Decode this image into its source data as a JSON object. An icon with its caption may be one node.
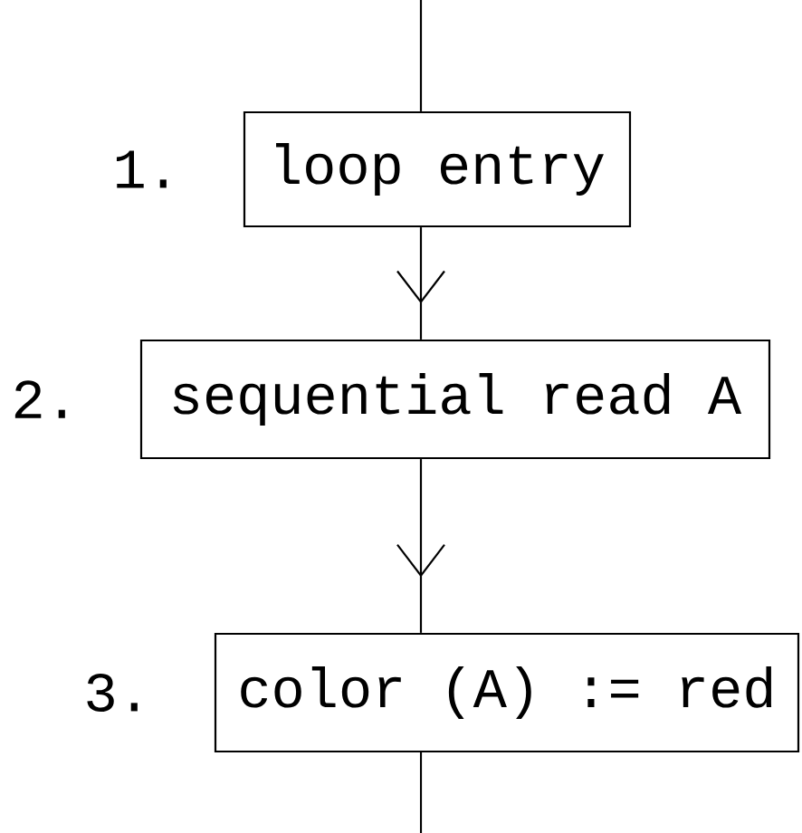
{
  "diagram": {
    "nodes": [
      {
        "text": [
          "loop entry"
        ],
        "beside": [
          "1."
        ]
      },
      {
        "text": [
          "sequential read A"
        ],
        "beside": [
          "2."
        ]
      },
      {
        "text": [
          "color (A) := red"
        ],
        "beside": [
          "3."
        ]
      }
    ],
    "edges": [
      {
        "from": null,
        "to": 0,
        "arrow": "none"
      },
      {
        "from": 0,
        "to": 1,
        "arrow": "to"
      },
      {
        "from": 1,
        "to": 2,
        "arrow": "to"
      },
      {
        "from": 2,
        "to": null,
        "arrow": "none"
      }
    ]
  }
}
